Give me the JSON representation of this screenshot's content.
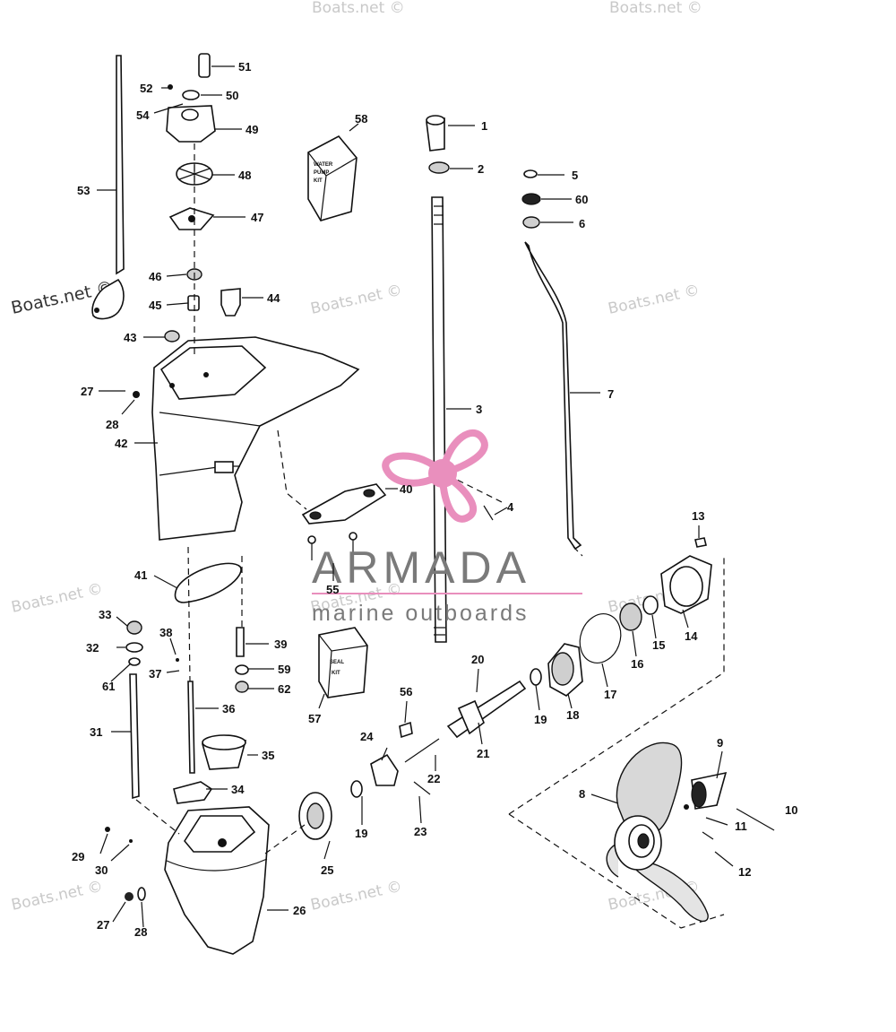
{
  "watermark": {
    "text": "Boats.net ©"
  },
  "brand": {
    "name": "ARMADA",
    "tagline": "marine outboards",
    "accent_color": "#e98fbd",
    "text_color": "#7a7a7a"
  },
  "kits": {
    "water_pump": [
      "WATER",
      "PUMP",
      "KIT"
    ],
    "seal": [
      "SEAL",
      "KIT"
    ]
  },
  "callouts": {
    "c1": "1",
    "c2": "2",
    "c3": "3",
    "c4": "4",
    "c5": "5",
    "c6": "6",
    "c7": "7",
    "c8": "8",
    "c9": "9",
    "c10": "10",
    "c11": "11",
    "c12": "12",
    "c13": "13",
    "c14": "14",
    "c15": "15",
    "c16": "16",
    "c17": "17",
    "c18": "18",
    "c19a": "19",
    "c19b": "19",
    "c20": "20",
    "c21": "21",
    "c22": "22",
    "c23": "23",
    "c24": "24",
    "c25": "25",
    "c26": "26",
    "c27a": "27",
    "c27b": "27",
    "c28a": "28",
    "c28b": "28",
    "c29": "29",
    "c30": "30",
    "c31": "31",
    "c32": "32",
    "c33": "33",
    "c34": "34",
    "c35": "35",
    "c36": "36",
    "c37": "37",
    "c38": "38",
    "c39": "39",
    "c40": "40",
    "c41": "41",
    "c42": "42",
    "c43": "43",
    "c44": "44",
    "c45": "45",
    "c46": "46",
    "c47": "47",
    "c48": "48",
    "c49": "49",
    "c50": "50",
    "c51": "51",
    "c52": "52",
    "c53": "53",
    "c54": "54",
    "c55": "55",
    "c56": "56",
    "c57": "57",
    "c58": "58",
    "c59": "59",
    "c60": "60",
    "c61": "61",
    "c62": "62"
  }
}
